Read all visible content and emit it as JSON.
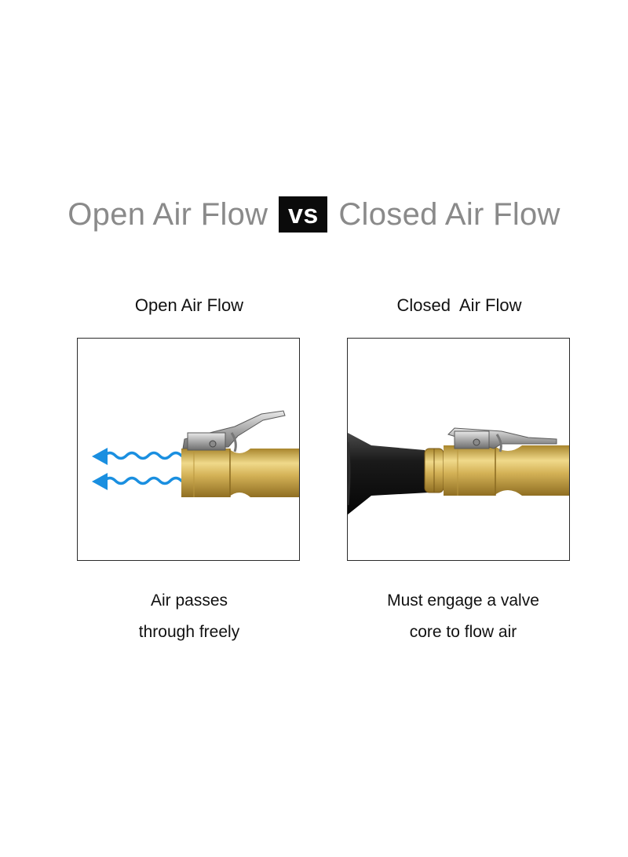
{
  "headline": {
    "left": "Open Air Flow",
    "badge": "vs",
    "right": "Closed Air Flow"
  },
  "open_panel": {
    "title": "Open Air Flow",
    "caption_line1": "Air passes",
    "caption_line2": "through freely",
    "arrow_color": "#1a8fe0"
  },
  "closed_panel": {
    "title": "Closed  Air Flow",
    "caption_line1": "Must engage a valve",
    "caption_line2": "core to flow air"
  },
  "colors": {
    "brass": "#c9a94a",
    "headline_gray": "#8a8a8a",
    "badge_bg": "#0b0b0b"
  }
}
